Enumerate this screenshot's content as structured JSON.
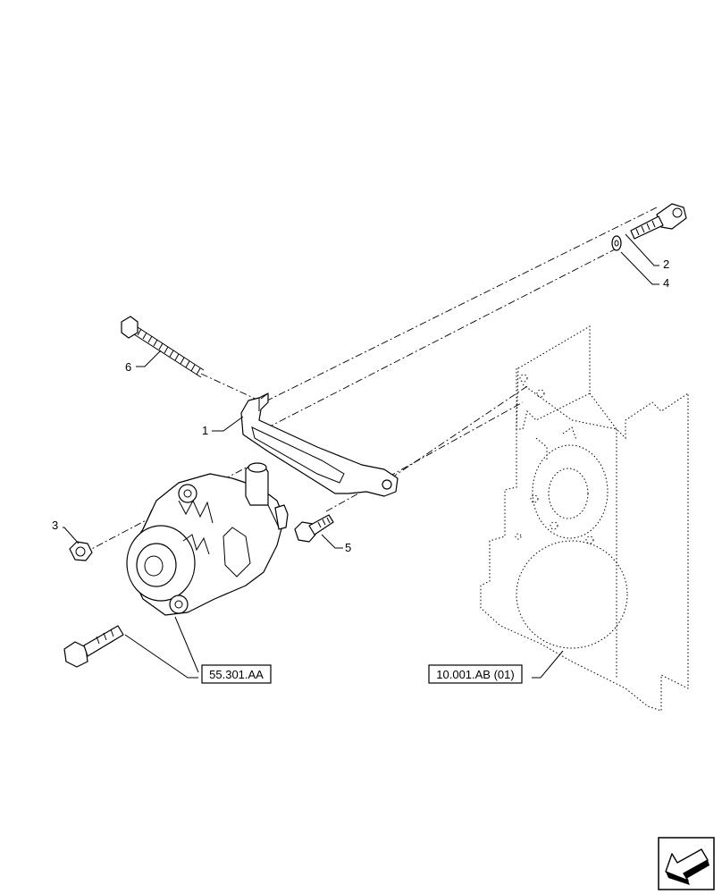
{
  "callouts": {
    "c1": "1",
    "c2": "2",
    "c3": "3",
    "c4": "4",
    "c5": "5",
    "c6": "6"
  },
  "refs": {
    "alternator_ref": "55.301.AA",
    "engine_ref": "10.001.AB (01)"
  },
  "nav": {
    "icon": "back-arrow-icon"
  }
}
